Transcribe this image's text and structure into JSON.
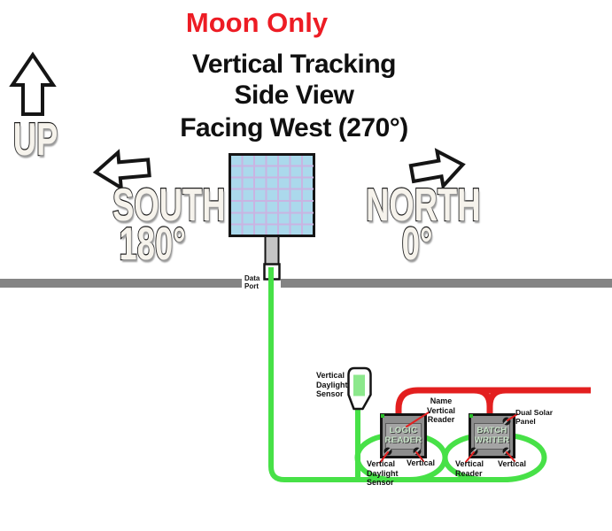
{
  "theme": {
    "red_text": "#ed1c24",
    "wire_red": "#e31f1f",
    "wire_green": "#47e147",
    "panel_blue": "#abd9ec",
    "panel_grid": "#c9b4e2",
    "ground_gray": "#848484",
    "pole_gray": "#c4c4c4",
    "box_fill": "#8d8d8d",
    "box_inner": "#a4a4a4",
    "box_text": "#c9e5c9",
    "bubble_fill": "#f6f3ec",
    "sensor_green": "#8ce88c"
  },
  "header": {
    "tag": "Moon Only",
    "title_line1": "Vertical Tracking",
    "title_line2": "Side View",
    "title_line3": "Facing West (270°)"
  },
  "compass": {
    "up_label": "UP",
    "south_label": "SOUTH",
    "south_degrees": "180°",
    "north_label": "NORTH",
    "north_degrees": "0°"
  },
  "solar_rig": {
    "data_port_label": "Data\nPort"
  },
  "devices": {
    "logic_reader_title": "LOGIC\nREADER",
    "batch_writer_title": "BATCH\nWRITER"
  },
  "annotations": {
    "sensor_top": "Vertical\nDaylight\nSensor",
    "name_vertical_reader": "Name\nVertical\nReader",
    "dual_solar_panel": "Dual Solar\nPanel",
    "logic_reader_left": "Vertical\nDaylight\nSensor",
    "logic_reader_right": "Vertical",
    "batch_writer_left": "Vertical\nReader",
    "batch_writer_right": "Vertical"
  }
}
